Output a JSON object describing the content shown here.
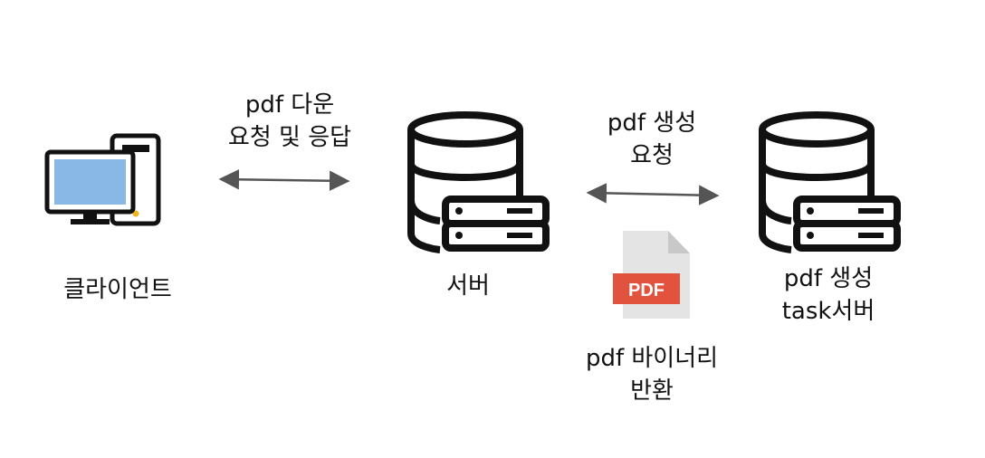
{
  "nodes": {
    "client": {
      "label": "클라이언트",
      "icon": "desktop-computer-icon"
    },
    "server": {
      "label": "서버",
      "icon": "database-server-icon"
    },
    "task_server": {
      "label_line1": "pdf 생성",
      "label_line2": "task서버",
      "icon": "database-server-icon"
    }
  },
  "edges": {
    "client_server": {
      "line1": "pdf 다운",
      "line2": "요청 및 응답"
    },
    "server_task": {
      "line1": "pdf 생성",
      "line2": "요청"
    },
    "binary_return": {
      "line1": "pdf 바이너리",
      "line2": "반환"
    }
  },
  "pdf_file": {
    "badge": "PDF",
    "icon": "pdf-file-icon"
  },
  "colors": {
    "line": "#111111",
    "arrow": "#555555",
    "screen": "#8ab8e6",
    "pdf_badge": "#e2533d",
    "pdf_page": "#e4e4e4",
    "pdf_fold": "#c8c8c8",
    "tower_light": "#f2b51d"
  }
}
